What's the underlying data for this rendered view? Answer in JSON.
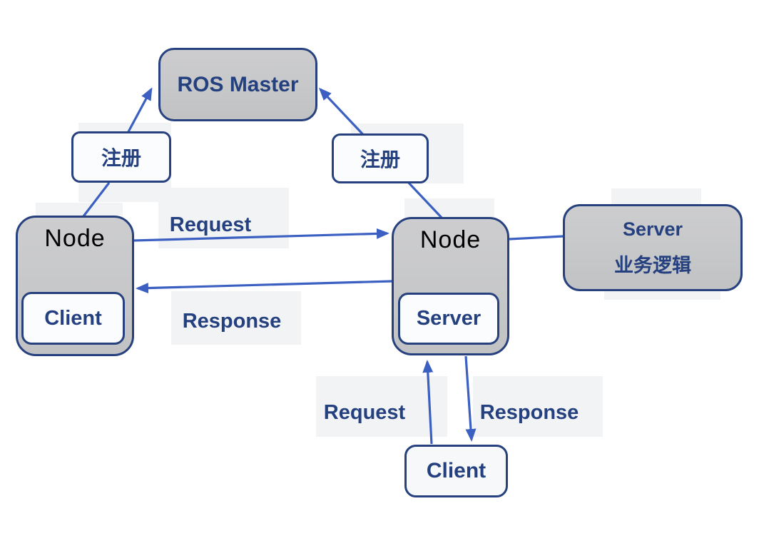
{
  "diagram": {
    "type": "ROS service communication diagram",
    "colors": {
      "border_navy": "#26417d",
      "text_navy": "#24407f",
      "arrow_blue": "#3c60c2",
      "node_gray": "#c8c9ca",
      "highlight_gray": "#f2f3f5",
      "node_title_black": "#000000",
      "background": "#ffffff"
    },
    "nodes": {
      "ros_master": {
        "label": "ROS Master"
      },
      "register_left": {
        "label": "注册"
      },
      "register_right": {
        "label": "注册"
      },
      "node_left": {
        "title": "Node",
        "inner": {
          "label": "Client"
        }
      },
      "node_right": {
        "title": "Node",
        "inner": {
          "label": "Server"
        }
      },
      "server_logic": {
        "line1": "Server",
        "line2": "业务逻辑"
      },
      "client_bottom": {
        "label": "Client"
      }
    },
    "edge_labels": {
      "request_top": "Request",
      "response_mid": "Response",
      "request_bottom": "Request",
      "response_bottom": "Response"
    }
  }
}
